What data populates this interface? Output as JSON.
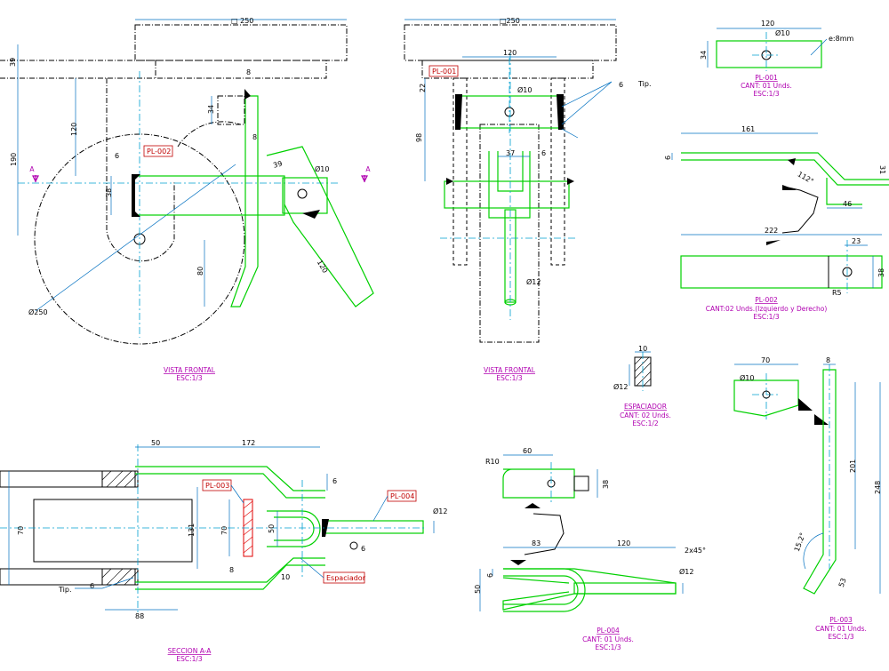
{
  "views": {
    "front_left": {
      "title": "VISTA FRONTAL",
      "scale": "ESC:1/3"
    },
    "front_mid": {
      "title": "VISTA FRONTAL",
      "scale": "ESC:1/3"
    },
    "section": {
      "title": "SECCION A-A",
      "scale": "ESC:1/3"
    }
  },
  "section_marks": {
    "left": "A",
    "right": "A"
  },
  "parts": {
    "pl001": {
      "tag": "PL-001",
      "qty": "CANT: 01 Unds.",
      "scale": "ESC:1/3",
      "thickness": "e:8mm"
    },
    "pl002": {
      "tag": "PL-002",
      "qty": "CANT:02 Unds.(Izquierdo y Derecho)",
      "scale": "ESC:1/3"
    },
    "pl003": {
      "tag": "PL-003",
      "qty": "CANT: 01 Unds.",
      "scale": "ESC:1/3"
    },
    "pl004": {
      "tag": "PL-004",
      "qty": "CANT: 01 Unds.",
      "scale": "ESC:1/3"
    },
    "espaciador": {
      "title": "ESPACIADOR",
      "qty": "CANT: 02 Unds.",
      "scale": "ESC:1/2",
      "tag": "Espaciador"
    }
  },
  "weld_labels": {
    "tip_mid": "Tip.",
    "tip_section": "Tip."
  },
  "dims": {
    "top_250_left": "□ 250",
    "top_250_mid": "□250",
    "d39": "39",
    "d190": "190",
    "d120_left": "120",
    "d8_left_top": "8",
    "d34_left": "34",
    "d8_left_mid": "8",
    "d6_left": "6",
    "d38_left": "38",
    "d39_arm": "39",
    "d10_arm": "Ø10",
    "d120_arm": "120",
    "d80_left": "80",
    "d250_circle": "Ø250",
    "mid_120": "120",
    "mid_22": "22",
    "mid_98": "98",
    "mid_10": "Ø10",
    "mid_6_top": "6",
    "mid_37": "37",
    "mid_6": "6",
    "mid_12": "Ø12",
    "pl001_120": "120",
    "pl001_34": "34",
    "pl001_10": "Ø10",
    "pl002_161": "161",
    "pl002_6": "6",
    "pl002_angle": "112°",
    "pl002_31": "31",
    "pl002_46": "46",
    "pl002_222": "222",
    "pl002_23": "23",
    "pl002_38": "38",
    "pl002_r5": "R5",
    "esp_10": "10",
    "esp_12": "Ø12",
    "pl003_70": "70",
    "pl003_8": "8",
    "pl003_d10": "Ø10",
    "pl003_201": "201",
    "pl003_248": "248",
    "pl003_angle": "15.2°",
    "pl003_53": "53",
    "sec_50": "50",
    "sec_172": "172",
    "sec_6_top": "6",
    "sec_12": "Ø12",
    "sec_70_left": "70",
    "sec_131": "131",
    "sec_70_mid": "70",
    "sec_50_mid": "50",
    "sec_6_weld": "6",
    "sec_8": "8",
    "sec_10": "10",
    "sec_6_tip": "6",
    "sec_88": "88",
    "pl004_60": "60",
    "pl004_r10": "R10",
    "pl004_38": "38",
    "pl004_83": "83",
    "pl004_120": "120",
    "pl004_chamfer": "2x45°",
    "pl004_6": "6",
    "pl004_12": "Ø12",
    "pl004_50": "50"
  },
  "colors": {
    "part": "#00d000",
    "dimension": "#0070c0",
    "label": "#b000b0",
    "tag": "#c00000",
    "center": "#00a0d0"
  }
}
